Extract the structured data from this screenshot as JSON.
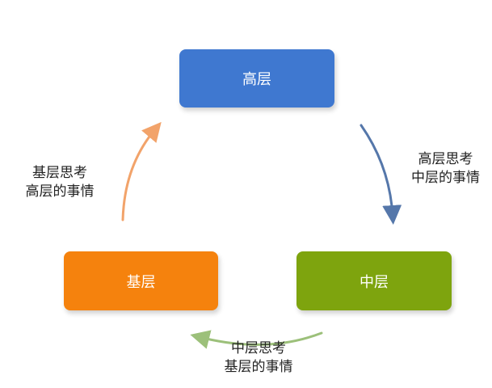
{
  "nodes": {
    "top": {
      "label": "高层",
      "color": "#3f78d0"
    },
    "left": {
      "label": "基层",
      "color": "#f5820d"
    },
    "right": {
      "label": "中层",
      "color": "#7ea40e"
    }
  },
  "edges": {
    "top_to_right": {
      "line1": "高层思考",
      "line2": "中层的事情",
      "color": "#5577aa"
    },
    "right_to_left": {
      "line1": "中层思考",
      "line2": "基层的事情",
      "color": "#9cc07a"
    },
    "left_to_top": {
      "line1": "基层思考",
      "line2": "高层的事情",
      "color": "#f2a36a"
    }
  }
}
